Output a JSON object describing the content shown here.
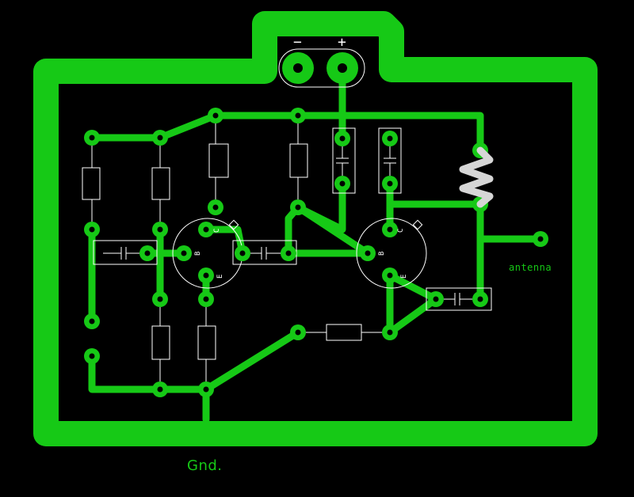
{
  "colors": {
    "background": "#000000",
    "copper": "#16c916",
    "silkscreen": "#ffffff",
    "coil": "#d6d6d6"
  },
  "labels": {
    "ground": "Gnd.",
    "antenna": "antenna",
    "battery_minus": "−",
    "battery_plus": "+",
    "transistor_c": "C",
    "transistor_b": "B",
    "transistor_e": "E"
  }
}
